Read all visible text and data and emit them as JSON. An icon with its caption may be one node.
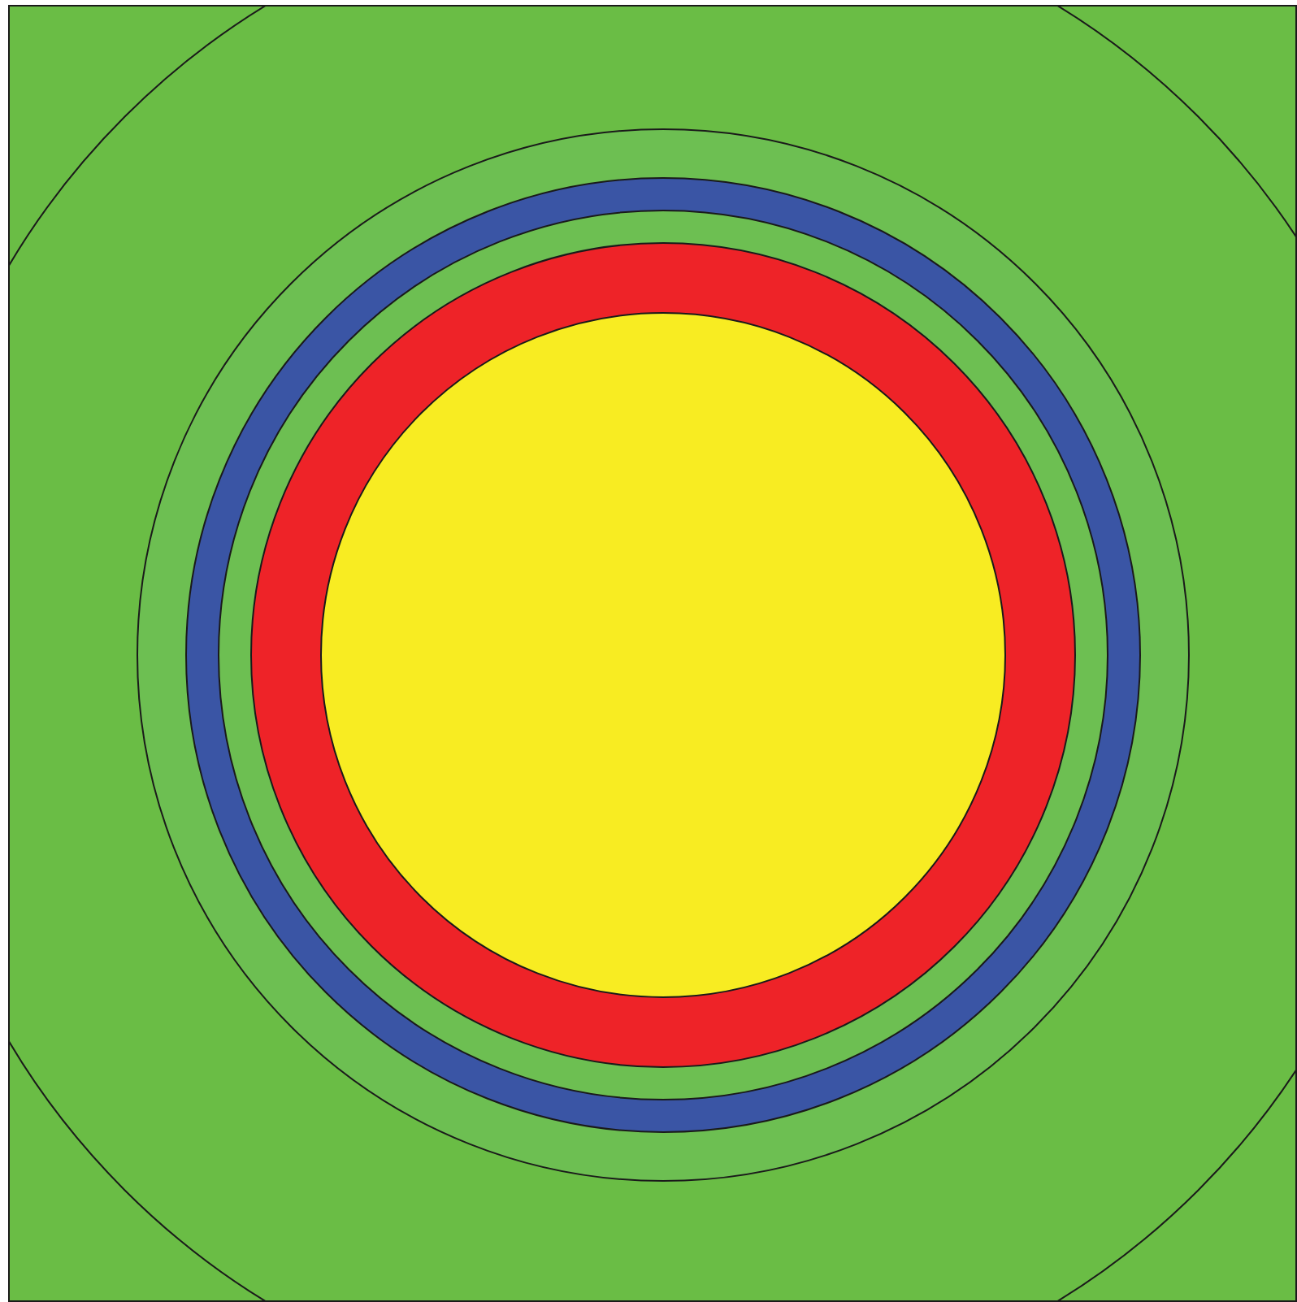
{
  "diagram": {
    "nodes": [
      {
        "text": [],
        "shape": "box"
      },
      {
        "text": [],
        "shape": "circle",
        "in": 0
      },
      {
        "text": [],
        "shape": "circle",
        "in": 1
      },
      {
        "text": [],
        "shape": "circle",
        "in": 2
      },
      {
        "text": [],
        "shape": "circle",
        "in": 3
      },
      {
        "text": [],
        "shape": "circle",
        "in": 4
      }
    ]
  }
}
